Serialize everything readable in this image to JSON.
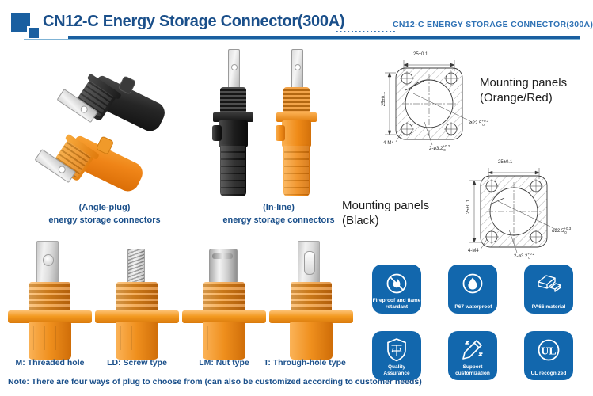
{
  "header": {
    "logo_name": "company-logo",
    "title": "CN12-C Energy Storage Connector(300A)",
    "dots": "................",
    "subtitle": "CN12-C ENERGY STORAGE CONNECTOR(300A)",
    "title_color": "#1a4f8a",
    "accent_color": "#1a5fa0"
  },
  "products": [
    {
      "id": "angle-plug",
      "caption_line1": "(Angle-plug)",
      "caption_line2": "energy storage connectors",
      "colors": [
        "black",
        "orange"
      ]
    },
    {
      "id": "in-line",
      "caption_line1": "(In-line)",
      "caption_line2": "energy storage connectors",
      "colors": [
        "black",
        "orange"
      ]
    }
  ],
  "drawings": [
    {
      "id": "mounting-panel-orange-red",
      "label_line1": "Mounting panels",
      "label_line2": "(Orange/Red)",
      "dim_width": "25±0.1",
      "dim_height": "25±0.1",
      "dim_bore": "ø22.5",
      "dim_bore_tol_upper": "+0.3",
      "dim_bore_tol_lower": "0",
      "dim_thread": "4-M4",
      "dim_pin": "2-ø3.2",
      "dim_pin_tol_upper": "+0.2",
      "dim_pin_tol_lower": "0"
    },
    {
      "id": "mounting-panel-black",
      "label_line1": "Mounting panels",
      "label_line2": "(Black)",
      "dim_width": "25±0.1",
      "dim_height": "25±0.1",
      "dim_bore": "ø22.5",
      "dim_bore_tol_upper": "+0.3",
      "dim_bore_tol_lower": "0",
      "dim_thread": "4-M4",
      "dim_pin": "2-ø3.2",
      "dim_pin_tol_upper": "+0.2",
      "dim_pin_tol_lower": "0"
    }
  ],
  "plug_types": [
    {
      "id": "threaded-hole",
      "label": "M: Threaded hole"
    },
    {
      "id": "screw-type",
      "label": "LD: Screw type"
    },
    {
      "id": "nut-type",
      "label": "LM: Nut type"
    },
    {
      "id": "through-hole",
      "label": "T: Through-hole type"
    }
  ],
  "note": "Note: There are four ways of plug to choose from (can also be customized according to customer needs)",
  "badges": {
    "color": "#1267ad",
    "items": [
      {
        "id": "fireproof",
        "icon": "no-fire-icon",
        "line1": "Fireproof and flame",
        "line2": "retardant"
      },
      {
        "id": "waterproof",
        "icon": "water-drop-icon",
        "line1": "IP67 waterproof",
        "line2": ""
      },
      {
        "id": "pa66",
        "icon": "material-bars-icon",
        "line1": "PA66 material",
        "line2": ""
      },
      {
        "id": "quality",
        "icon": "shield-quality-icon",
        "line1": "Quality",
        "line2": "Assurance"
      },
      {
        "id": "customization",
        "icon": "pencil-icon",
        "line1": "Support",
        "line2": "customization"
      },
      {
        "id": "ul",
        "icon": "ul-mark-icon",
        "line1": "UL recognized",
        "line2": ""
      }
    ]
  }
}
